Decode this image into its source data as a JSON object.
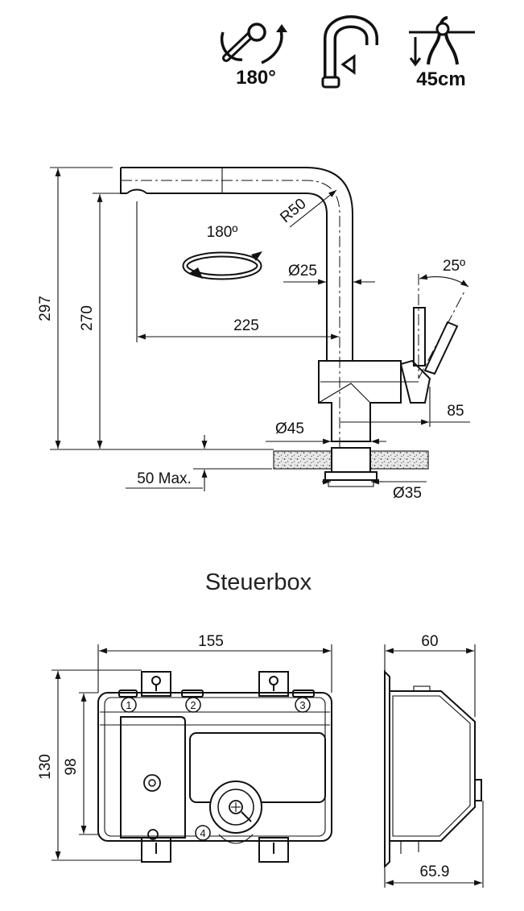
{
  "icons": [
    {
      "name": "rotation-180-icon",
      "label": "180°"
    },
    {
      "name": "spout-icon",
      "label": ""
    },
    {
      "name": "pull-out-45cm-icon",
      "label": "45cm"
    }
  ],
  "faucet": {
    "height_total": "297",
    "height_outlet": "270",
    "reach": "225",
    "radius": "R50",
    "rotation": "180º",
    "tube_diameter": "Ø25",
    "lever_angle": "25º",
    "lever_depth": "85",
    "base_diameter": "Ø45",
    "max_thickness": "50 Max.",
    "hole_diameter": "Ø35"
  },
  "steuerbox": {
    "title": "Steuerbox",
    "width": "155",
    "height_outer": "130",
    "height_inner": "98",
    "depth": "60",
    "depth_total": "65.9",
    "ports": [
      "1",
      "2",
      "3",
      "4"
    ]
  }
}
